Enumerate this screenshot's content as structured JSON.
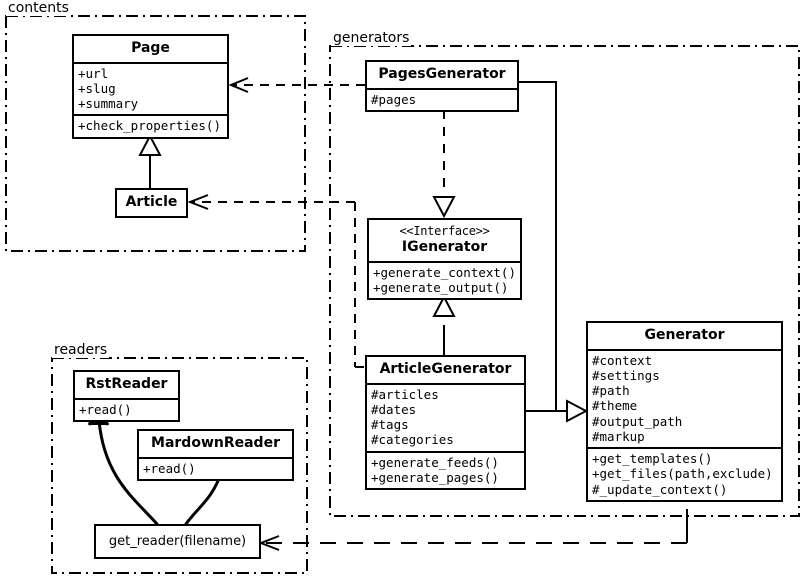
{
  "diagram": {
    "type": "uml-class-diagram",
    "title": "Pelican architecture class diagram",
    "line_color": "#000000",
    "background": "#ffffff"
  },
  "packages": [
    {
      "id": "contents",
      "label": "contents"
    },
    {
      "id": "generators",
      "label": "generators"
    },
    {
      "id": "readers",
      "label": "readers"
    }
  ],
  "classes": {
    "page": {
      "name": "Page",
      "stereotype": "",
      "attributes": [
        "+url",
        "+slug",
        "+summary"
      ],
      "methods": [
        "+check_properties()"
      ]
    },
    "article": {
      "name": "Article",
      "stereotype": "",
      "attributes": [],
      "methods": []
    },
    "pages_generator": {
      "name": "PagesGenerator",
      "stereotype": "",
      "attributes": [
        "#pages"
      ],
      "methods": []
    },
    "igenerator": {
      "name": "IGenerator",
      "stereotype": "<<Interface>>",
      "attributes": [],
      "methods": [
        "+generate_context()",
        "+generate_output()"
      ]
    },
    "article_generator": {
      "name": "ArticleGenerator",
      "stereotype": "",
      "attributes": [
        "#articles",
        "#dates",
        "#tags",
        "#categories"
      ],
      "methods": [
        "+generate_feeds()",
        "+generate_pages()"
      ]
    },
    "generator": {
      "name": "Generator",
      "stereotype": "",
      "attributes": [
        "#context",
        "#settings",
        "#path",
        "#theme",
        "#output_path",
        "#markup"
      ],
      "methods": [
        "+get_templates()",
        "+get_files(path,exclude)",
        "#_update_context()"
      ]
    },
    "rst_reader": {
      "name": "RstReader",
      "stereotype": "",
      "attributes": [],
      "methods": [
        "+read()"
      ]
    },
    "markdown_reader": {
      "name": "MardownReader",
      "stereotype": "",
      "attributes": [],
      "methods": [
        "+read()"
      ]
    },
    "get_reader": {
      "name": "get_reader(filename)",
      "stereotype": "",
      "attributes": [],
      "methods": []
    }
  },
  "relationships": [
    {
      "id": "article-to-page",
      "kind": "generalization",
      "from": "article",
      "to": "page",
      "style": "solid",
      "arrow": "hollow-triangle"
    },
    {
      "id": "pagesgenerator-to-page",
      "kind": "dependency",
      "from": "pages_generator",
      "to": "page",
      "style": "dashed",
      "arrow": "open-arrow"
    },
    {
      "id": "articlegenerator-to-article",
      "kind": "dependency",
      "from": "article_generator",
      "to": "article",
      "style": "dashed",
      "arrow": "open-arrow"
    },
    {
      "id": "pagesgenerator-to-igen",
      "kind": "realization",
      "from": "pages_generator",
      "to": "igenerator",
      "style": "dashed",
      "arrow": "hollow-triangle"
    },
    {
      "id": "articlegenerator-to-igen",
      "kind": "generalization",
      "from": "article_generator",
      "to": "igenerator",
      "style": "solid",
      "arrow": "hollow-triangle"
    },
    {
      "id": "pagesgenerator-to-generator",
      "kind": "generalization",
      "from": "pages_generator",
      "to": "generator",
      "style": "solid",
      "arrow": "hollow-triangle"
    },
    {
      "id": "articlegenerator-to-generator",
      "kind": "generalization",
      "from": "article_generator",
      "to": "generator",
      "style": "solid",
      "arrow": "hollow-triangle"
    },
    {
      "id": "generator-to-getreader",
      "kind": "dependency",
      "from": "generator",
      "to": "get_reader",
      "style": "dashed",
      "arrow": "open-arrow"
    },
    {
      "id": "getreader-to-rstreader",
      "kind": "dependency",
      "from": "get_reader",
      "to": "rst_reader",
      "style": "solid",
      "arrow": "open-arrow-curved"
    },
    {
      "id": "getreader-to-mdreader",
      "kind": "dependency",
      "from": "get_reader",
      "to": "markdown_reader",
      "style": "solid",
      "arrow": "open-arrow-curved"
    }
  ]
}
